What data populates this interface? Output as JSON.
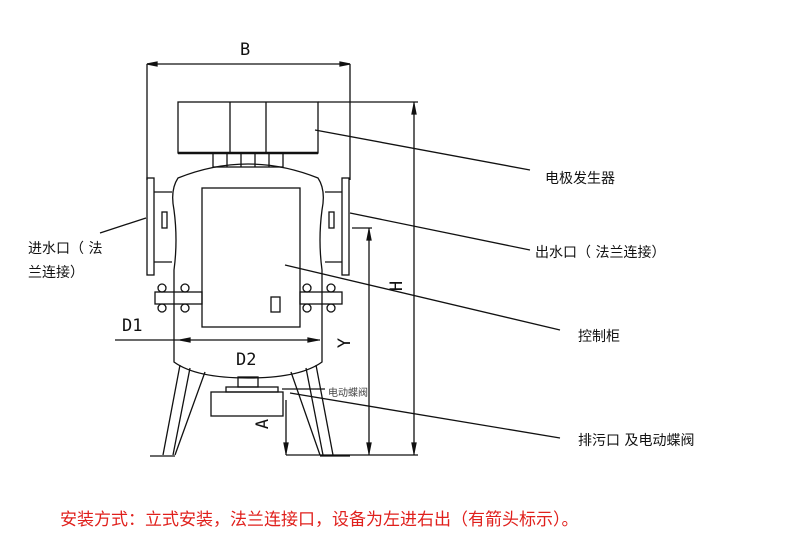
{
  "labels": {
    "generator": "电极发生器",
    "outlet": "出水口（ 法兰连接）",
    "inlet_line1": "进水口（ 法",
    "inlet_line2": "兰连接）",
    "control": "控制柜",
    "drain": "排污口  及电动蝶阀",
    "valve_small": "电动蝶阀"
  },
  "dimensions": {
    "B": "B",
    "H": "H",
    "Y": "Y",
    "A": "A",
    "D1": "D1",
    "D2": "D2"
  },
  "note": "安装方式：立式安装，法兰连接口，设备为左进右出（有箭头标示）。",
  "colors": {
    "note": "#e0201c",
    "line": "#111111"
  }
}
